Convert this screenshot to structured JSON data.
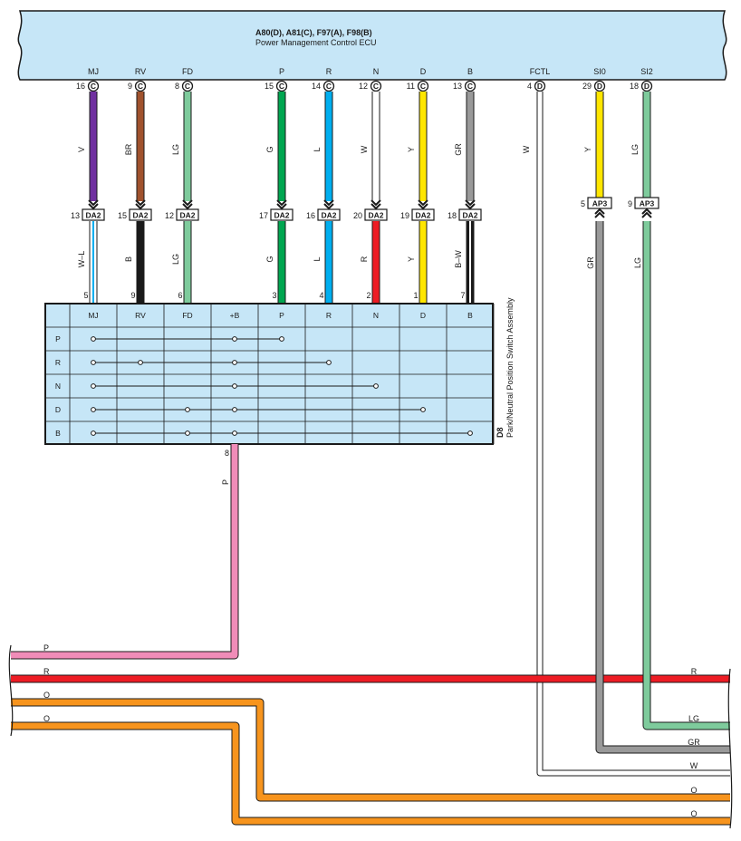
{
  "ecu": {
    "title_connectors": "A80(D), A81(C), F97(A), F98(B)",
    "title_name": "Power Management Control ECU",
    "pins": [
      {
        "signal": "MJ",
        "pin": "16",
        "connector": "C"
      },
      {
        "signal": "RV",
        "pin": "9",
        "connector": "C"
      },
      {
        "signal": "FD",
        "pin": "8",
        "connector": "C"
      },
      {
        "signal": "P",
        "pin": "15",
        "connector": "C"
      },
      {
        "signal": "R",
        "pin": "14",
        "connector": "C"
      },
      {
        "signal": "N",
        "pin": "12",
        "connector": "C"
      },
      {
        "signal": "D",
        "pin": "11",
        "connector": "C"
      },
      {
        "signal": "B",
        "pin": "13",
        "connector": "C"
      },
      {
        "signal": "FCTL",
        "pin": "4",
        "connector": "D"
      },
      {
        "signal": "SI0",
        "pin": "29",
        "connector": "D"
      },
      {
        "signal": "SI2",
        "pin": "18",
        "connector": "D"
      }
    ]
  },
  "upper_wires": [
    {
      "code": "V",
      "color": "#7030a0"
    },
    {
      "code": "BR",
      "color": "#a0522d"
    },
    {
      "code": "LG",
      "color": "#7ecb9c"
    },
    {
      "code": "G",
      "color": "#00a650"
    },
    {
      "code": "L",
      "color": "#00aeef"
    },
    {
      "code": "W",
      "color": "#ffffff"
    },
    {
      "code": "Y",
      "color": "#ffe600"
    },
    {
      "code": "GR",
      "color": "#999999"
    },
    {
      "code": "W",
      "color": "#ffffff"
    },
    {
      "code": "Y",
      "color": "#ffe600"
    },
    {
      "code": "LG",
      "color": "#7ecb9c"
    }
  ],
  "da2_junctions": [
    {
      "pin": "13",
      "label": "DA2"
    },
    {
      "pin": "15",
      "label": "DA2"
    },
    {
      "pin": "12",
      "label": "DA2"
    },
    {
      "pin": "17",
      "label": "DA2"
    },
    {
      "pin": "16",
      "label": "DA2"
    },
    {
      "pin": "20",
      "label": "DA2"
    },
    {
      "pin": "19",
      "label": "DA2"
    },
    {
      "pin": "18",
      "label": "DA2"
    }
  ],
  "ap3_junctions": [
    {
      "pin": "5",
      "label": "AP3"
    },
    {
      "pin": "9",
      "label": "AP3"
    }
  ],
  "lower_wires": [
    {
      "code": "W–L",
      "color": "#ffffff",
      "stripe": "#00aeef"
    },
    {
      "code": "B",
      "color": "#1a1a1a"
    },
    {
      "code": "LG",
      "color": "#7ecb9c"
    },
    {
      "code": "G",
      "color": "#00a650"
    },
    {
      "code": "L",
      "color": "#00aeef"
    },
    {
      "code": "R",
      "color": "#ed1c24"
    },
    {
      "code": "Y",
      "color": "#ffe600"
    },
    {
      "code": "B–W",
      "color": "#1a1a1a",
      "stripe": "#ffffff"
    }
  ],
  "ap3_lower_wires": [
    {
      "code": "GR",
      "color": "#999999"
    },
    {
      "code": "LG",
      "color": "#7ecb9c"
    }
  ],
  "switch": {
    "code": "D8",
    "name": "Park/Neutral Position Switch Assembly",
    "pins": [
      "5",
      "9",
      "6",
      "3",
      "4",
      "2",
      "1",
      "7"
    ],
    "columns": [
      "MJ",
      "RV",
      "FD",
      "+B",
      "P",
      "R",
      "N",
      "D",
      "B"
    ],
    "rows": [
      "P",
      "R",
      "N",
      "D",
      "B"
    ],
    "connections": {
      "P": [
        "MJ",
        "+B",
        "P"
      ],
      "R": [
        "MJ",
        "RV",
        "+B",
        "R"
      ],
      "N": [
        "MJ",
        "+B",
        "N"
      ],
      "D": [
        "MJ",
        "FD",
        "+B",
        "D"
      ],
      "B": [
        "MJ",
        "FD",
        "+B",
        "B"
      ]
    },
    "output_pin": "8",
    "output_wire": {
      "code": "P",
      "color": "#f08cb8"
    }
  },
  "bottom_bus": [
    {
      "code": "P",
      "color": "#f08cb8"
    },
    {
      "code": "R",
      "color": "#ed1c24"
    },
    {
      "code": "O",
      "color": "#f7941d"
    },
    {
      "code": "O",
      "color": "#f7941d"
    },
    {
      "code": "LG",
      "color": "#7ecb9c"
    },
    {
      "code": "GR",
      "color": "#999999"
    },
    {
      "code": "W",
      "color": "#ffffff"
    },
    {
      "code": "O",
      "color": "#f7941d"
    },
    {
      "code": "O",
      "color": "#f7941d"
    }
  ],
  "colors": {
    "panel_fill": "#c6e6f7",
    "outline": "#1a1a1a"
  }
}
